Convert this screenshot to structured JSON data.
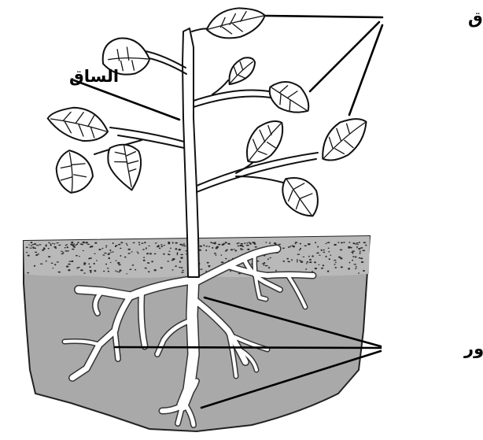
{
  "labels": {
    "leaves": "الأوراق",
    "stem": "الساق",
    "roots": "الجذور"
  },
  "colors": {
    "soil": "#a9a9a9",
    "topsoil": "#b8b8b8",
    "ink": "#111111",
    "background": "#ffffff"
  }
}
